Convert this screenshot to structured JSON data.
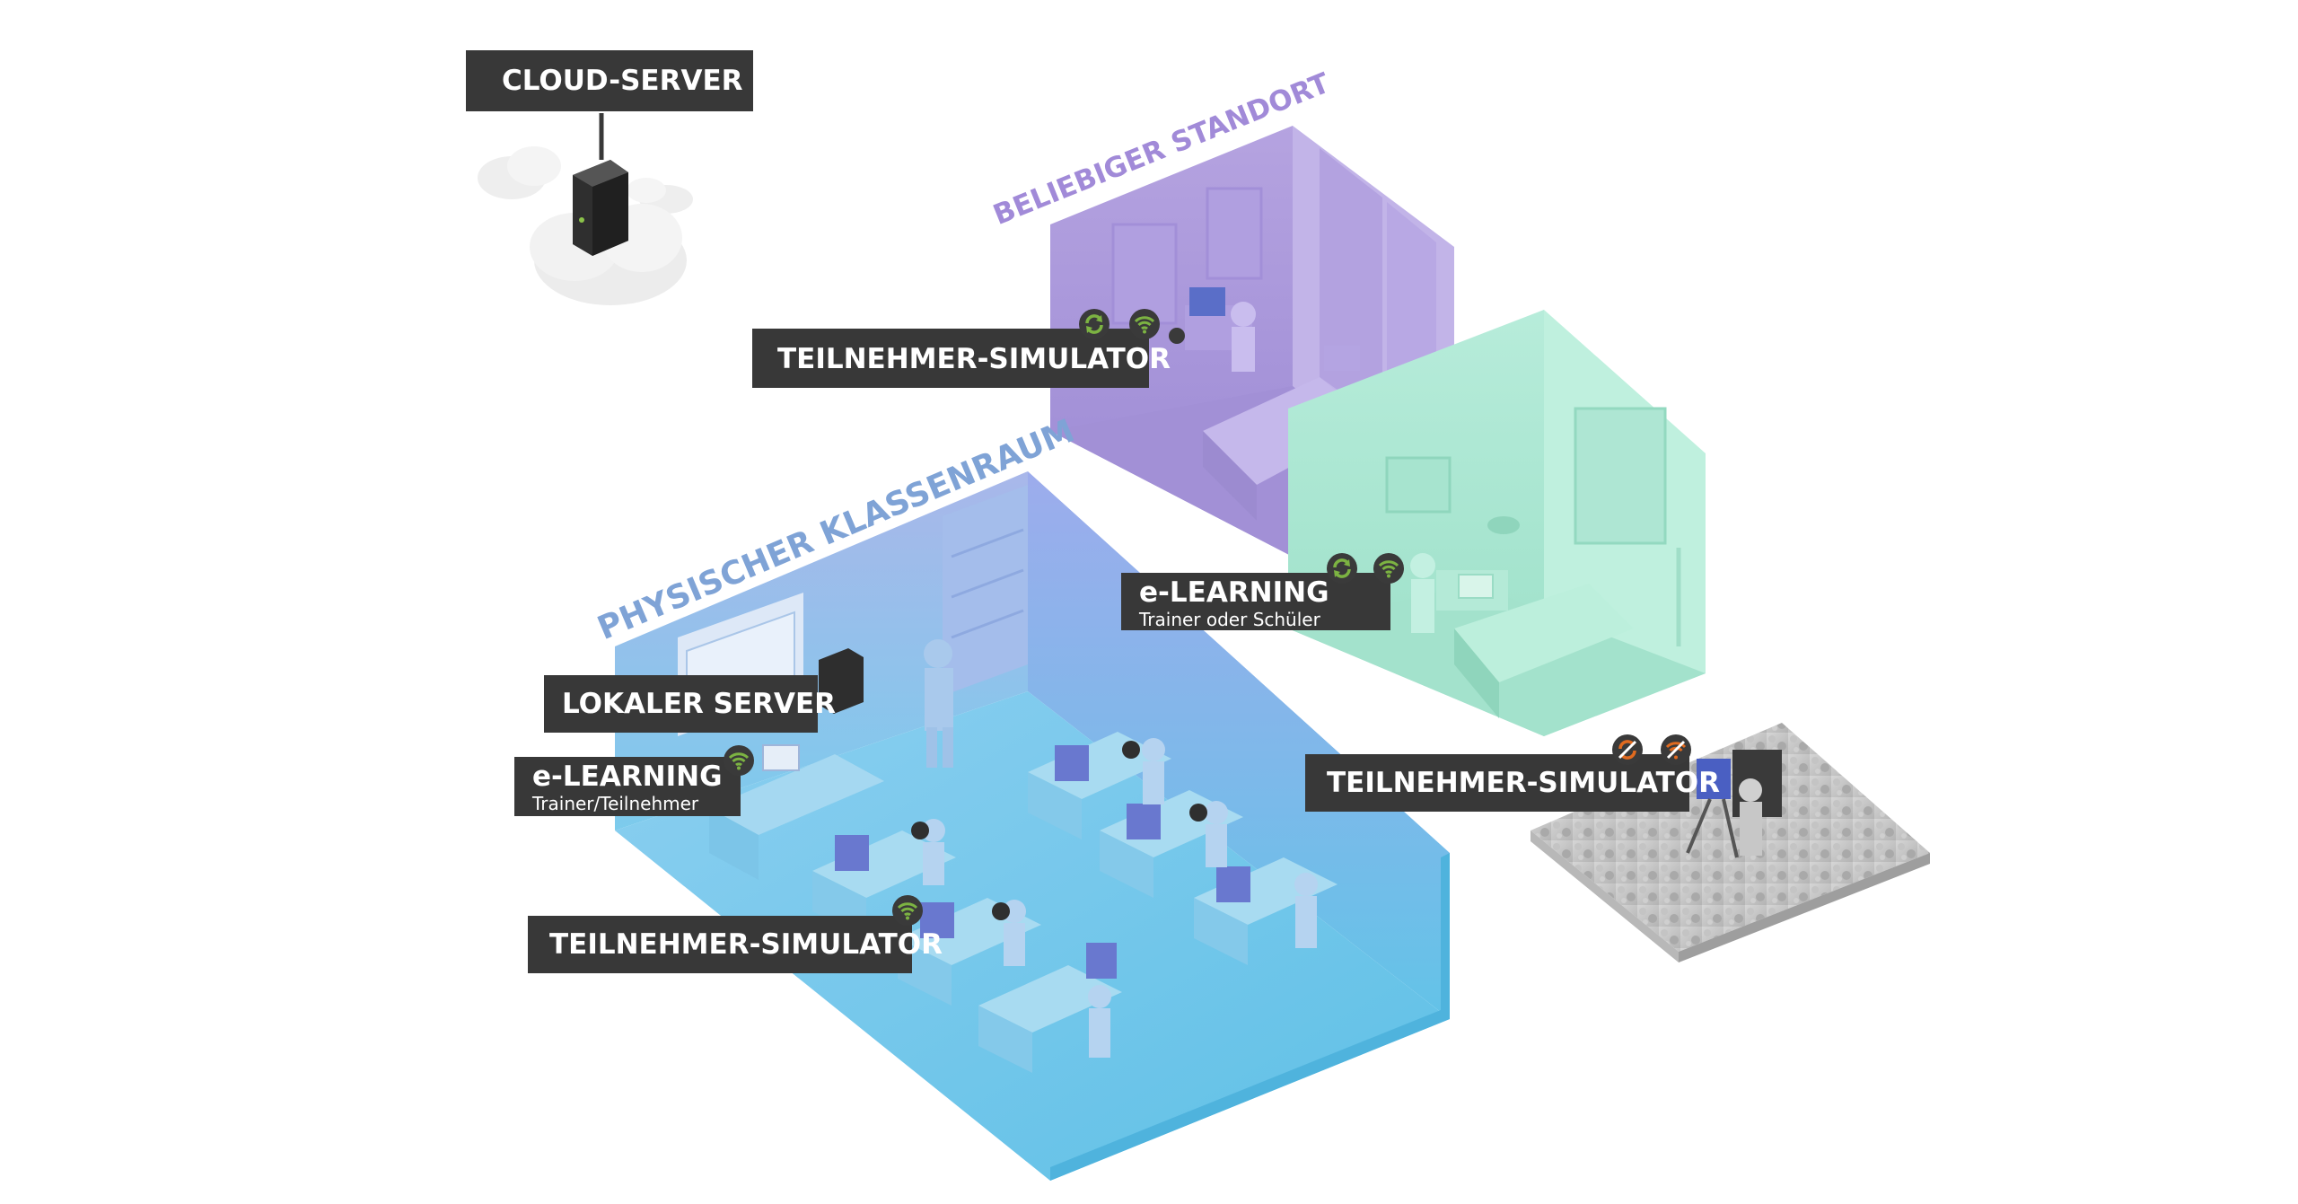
{
  "labels": {
    "cloud_server": "CLOUD-SERVER",
    "trainee_simulator_remote": "TEILNEHMER-SIMULATOR",
    "elearning_remote_title": "e-LEARNING",
    "elearning_remote_sub": "Trainer oder Schüler",
    "local_server": "LOKALER SERVER",
    "elearning_class_title": "e-LEARNING",
    "elearning_class_sub": "Trainer/Teilnehmer",
    "trainee_simulator_class": "TEILNEHMER-SIMULATOR",
    "trainee_simulator_offline": "TEILNEHMER-SIMULATOR"
  },
  "rooms": {
    "any_location": "BELIEBIGER STANDORT",
    "physical_classroom": "PHYSISCHER KLASSENRAUM"
  },
  "icons": {
    "sync": "sync-icon",
    "wifi": "wifi-icon",
    "no_sync": "sync-disabled-icon",
    "no_wifi": "wifi-disabled-icon"
  },
  "colors": {
    "label_bg": "#383838",
    "status_green": "#7cb342",
    "status_orange": "#e06a1f",
    "purple_room": "#a795d8",
    "mint_room": "#a8e6d2",
    "blue_room": "#6fc4e8",
    "classroom_title": "#7fa3d6",
    "any_location_title": "#a18ad8"
  }
}
